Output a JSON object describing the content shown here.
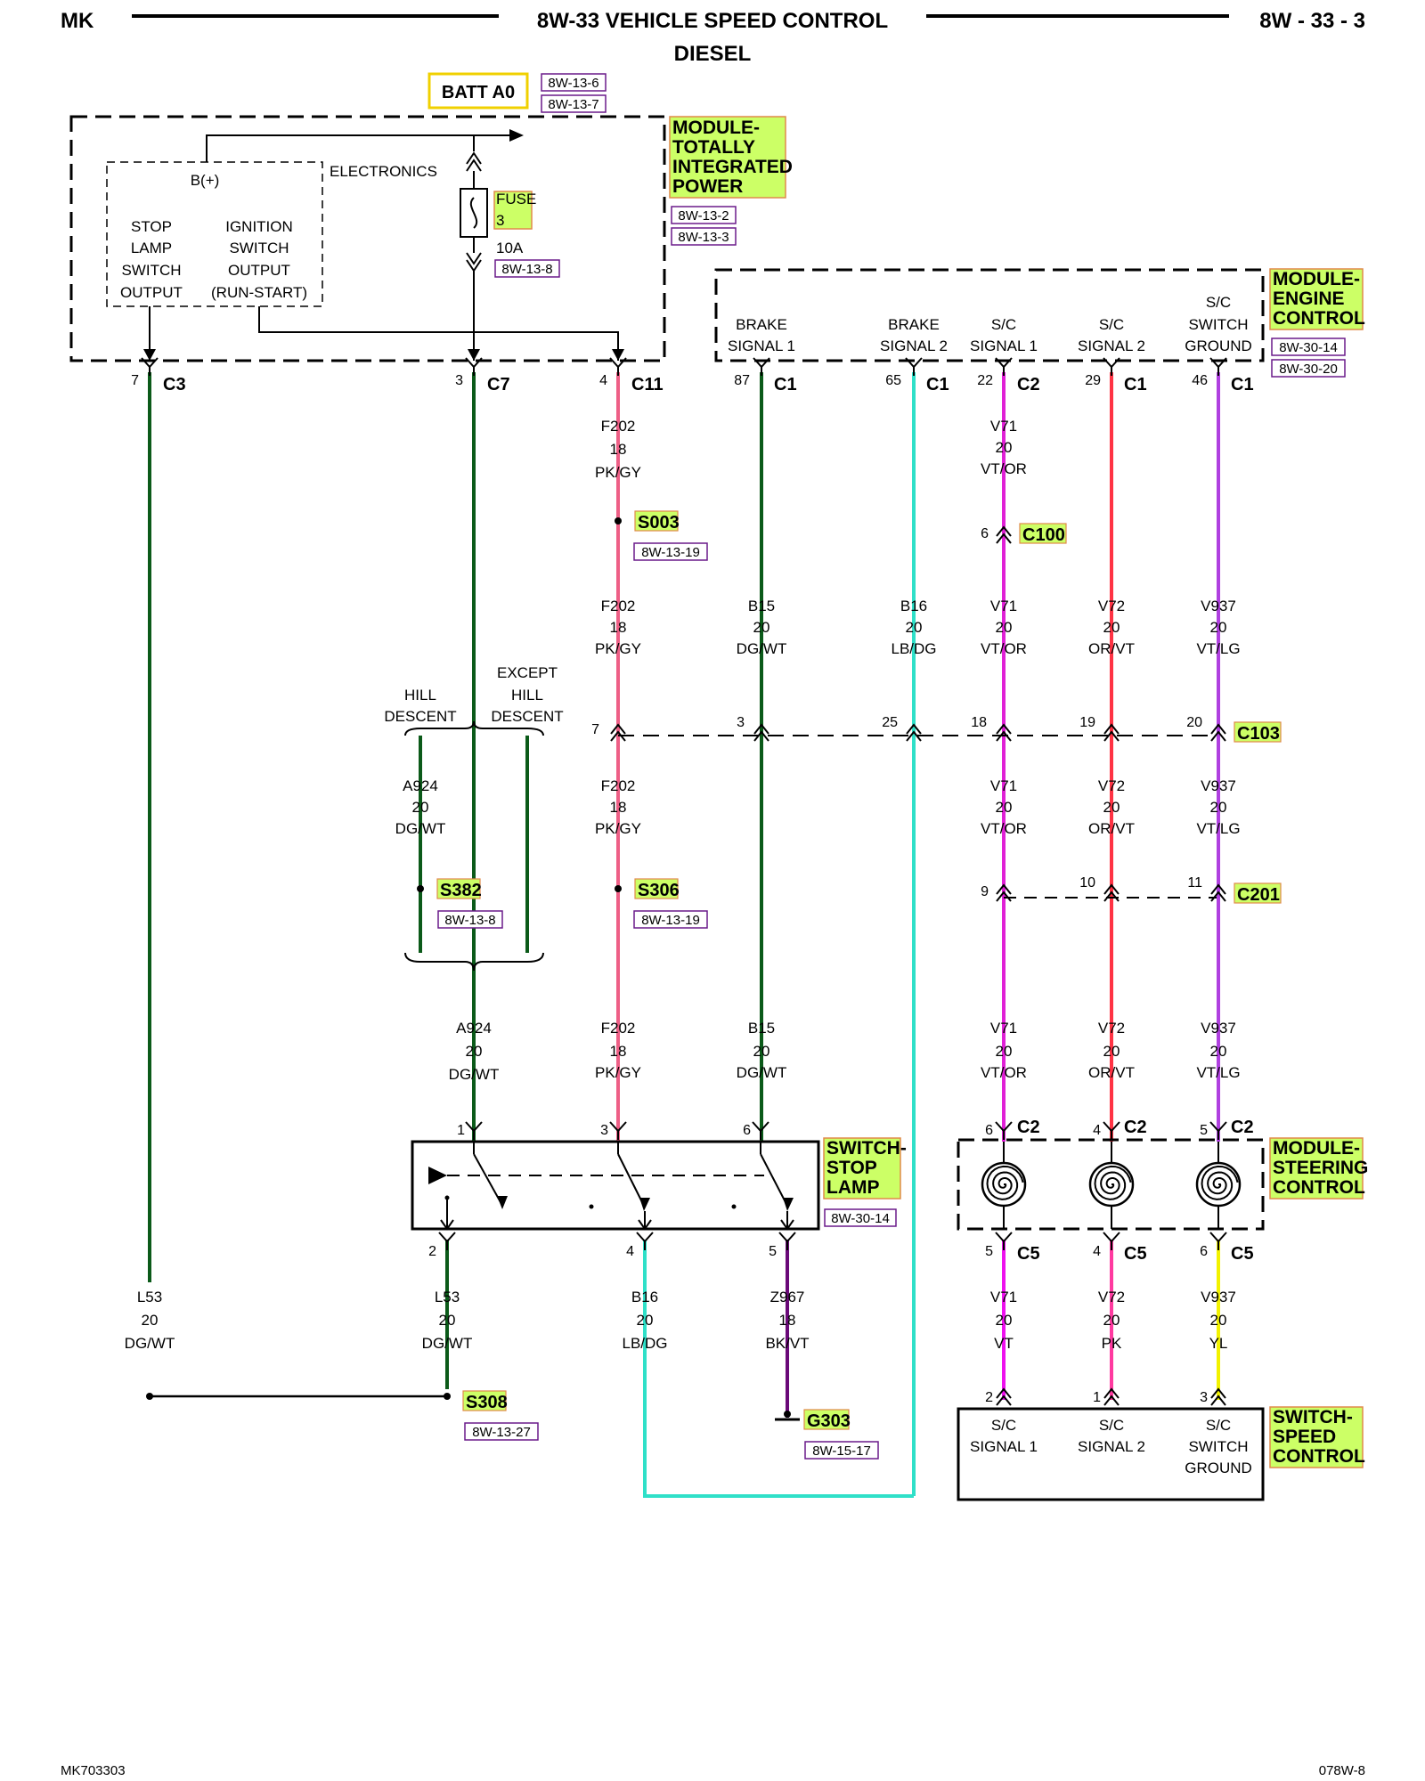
{
  "header": {
    "left": "MK",
    "title": "8W-33 VEHICLE SPEED CONTROL",
    "subtitle": "DIESEL",
    "right": "8W - 33 - 3"
  },
  "footer": {
    "left": "MK703303",
    "right": "078W-8"
  },
  "colors": {
    "DG/WT": "#0b5a19",
    "PK/GY": "#ee5f86",
    "LB/DG": "#2fe0c8",
    "VT/OR": "#e020d6",
    "OR/VT": "#ff3344",
    "VT/LG": "#b040e0",
    "VT": "#ee10ee",
    "PK": "#ff3aa0",
    "YL": "#f2f200",
    "BK/VT": "#6a0a78",
    "highlight": "#ccff66"
  },
  "batt": {
    "label": "BATT A0",
    "refs": [
      "8W-13-6",
      "8W-13-7"
    ]
  },
  "tipm": {
    "module_lines": [
      "MODULE-",
      "TOTALLY",
      "INTEGRATED",
      "POWER"
    ],
    "refs": [
      "8W-13-2",
      "8W-13-3"
    ],
    "electronics": "ELECTRONICS",
    "bplus": "B(+)",
    "stop_lines": [
      "STOP",
      "LAMP",
      "SWITCH",
      "OUTPUT"
    ],
    "ign_lines": [
      "IGNITION",
      "SWITCH",
      "OUTPUT",
      "(RUN-START)"
    ],
    "fuse_lines": [
      "FUSE",
      "3"
    ],
    "fuse_amp": "10A",
    "fuse_ref": "8W-13-8"
  },
  "ecm": {
    "module_lines": [
      "MODULE-",
      "ENGINE",
      "CONTROL"
    ],
    "refs": [
      "8W-30-14",
      "8W-30-20"
    ],
    "pins": [
      {
        "lines": [
          "BRAKE",
          "SIGNAL 1"
        ]
      },
      {
        "lines": [
          "BRAKE",
          "SIGNAL 2"
        ]
      },
      {
        "lines": [
          "S/C",
          "SIGNAL 1"
        ]
      },
      {
        "lines": [
          "S/C",
          "SIGNAL 2"
        ]
      },
      {
        "lines": [
          "S/C",
          "SWITCH",
          "GROUND"
        ]
      }
    ]
  },
  "connectors": {
    "top": [
      {
        "pin": "7",
        "name": "C3"
      },
      {
        "pin": "3",
        "name": "C7"
      },
      {
        "pin": "4",
        "name": "C11"
      },
      {
        "pin": "87",
        "name": "C1"
      },
      {
        "pin": "65",
        "name": "C1"
      },
      {
        "pin": "22",
        "name": "C2"
      },
      {
        "pin": "29",
        "name": "C1"
      },
      {
        "pin": "46",
        "name": "C1"
      }
    ],
    "c100": {
      "pin": "6",
      "name": "C100"
    },
    "c103": {
      "name": "C103",
      "pins": [
        "7",
        "3",
        "25",
        "18",
        "19",
        "20"
      ]
    },
    "c201": {
      "name": "C201",
      "pins": [
        "9",
        "10",
        "11"
      ]
    },
    "ssc_top": [
      {
        "pin": "6",
        "name": "C2"
      },
      {
        "pin": "4",
        "name": "C2"
      },
      {
        "pin": "5",
        "name": "C2"
      }
    ],
    "ssc_bottom": [
      {
        "pin": "5",
        "name": "C5"
      },
      {
        "pin": "4",
        "name": "C5"
      },
      {
        "pin": "6",
        "name": "C5"
      }
    ],
    "ssw_pins": [
      "2",
      "1",
      "3"
    ],
    "stop_top_pins": [
      "1",
      "3",
      "6"
    ],
    "stop_bottom_pins": [
      "2",
      "4",
      "5"
    ]
  },
  "splices": {
    "s003": {
      "name": "S003",
      "ref": "8W-13-19"
    },
    "s382": {
      "name": "S382",
      "ref": "8W-13-8"
    },
    "s306": {
      "name": "S306",
      "ref": "8W-13-19"
    },
    "s308": {
      "name": "S308",
      "ref": "8W-13-27"
    },
    "g303": {
      "name": "G303",
      "ref": "8W-15-17"
    }
  },
  "hill": {
    "hill_lines": [
      "HILL",
      "DESCENT"
    ],
    "except_lines": [
      "EXCEPT",
      "HILL",
      "DESCENT"
    ]
  },
  "wire_labels": {
    "f202_a": [
      "F202",
      "18",
      "PK/GY"
    ],
    "v71_a": [
      "V71",
      "20",
      "VT/OR"
    ],
    "f202_b": [
      "F202",
      "18",
      "PK/GY"
    ],
    "b15_b": [
      "B15",
      "20",
      "DG/WT"
    ],
    "b16_b": [
      "B16",
      "20",
      "LB/DG"
    ],
    "v71_b": [
      "V71",
      "20",
      "VT/OR"
    ],
    "v72_b": [
      "V72",
      "20",
      "OR/VT"
    ],
    "v937_b": [
      "V937",
      "20",
      "VT/LG"
    ],
    "a924_c": [
      "A924",
      "20",
      "DG/WT"
    ],
    "f202_c": [
      "F202",
      "18",
      "PK/GY"
    ],
    "v71_c": [
      "V71",
      "20",
      "VT/OR"
    ],
    "v72_c": [
      "V72",
      "20",
      "OR/VT"
    ],
    "v937_c": [
      "V937",
      "20",
      "VT/LG"
    ],
    "a924_d": [
      "A924",
      "20",
      "DG/WT"
    ],
    "f202_d": [
      "F202",
      "18",
      "PK/GY"
    ],
    "b15_d": [
      "B15",
      "20",
      "DG/WT"
    ],
    "v71_d": [
      "V71",
      "20",
      "VT/OR"
    ],
    "v72_d": [
      "V72",
      "20",
      "OR/VT"
    ],
    "v937_d": [
      "V937",
      "20",
      "VT/LG"
    ],
    "l53_e1": [
      "L53",
      "20",
      "DG/WT"
    ],
    "l53_e2": [
      "L53",
      "20",
      "DG/WT"
    ],
    "b16_e": [
      "B16",
      "20",
      "LB/DG"
    ],
    "z967_e": [
      "Z967",
      "18",
      "BK/VT"
    ],
    "v71_e": [
      "V71",
      "20",
      "VT"
    ],
    "v72_e": [
      "V72",
      "20",
      "PK"
    ],
    "v937_e": [
      "V937",
      "20",
      "YL"
    ]
  },
  "stop_lamp": {
    "module_lines": [
      "SWITCH-",
      "STOP",
      "LAMP"
    ],
    "ref": "8W-30-14"
  },
  "clockspring": {
    "module_lines": [
      "MODULE-",
      "STEERING",
      "CONTROL"
    ]
  },
  "speed_switch": {
    "module_lines": [
      "SWITCH-",
      "SPEED",
      "CONTROL"
    ],
    "pins": [
      {
        "lines": [
          "S/C",
          "SIGNAL 1"
        ]
      },
      {
        "lines": [
          "S/C",
          "SIGNAL 2"
        ]
      },
      {
        "lines": [
          "S/C",
          "SWITCH",
          "GROUND"
        ]
      }
    ]
  }
}
